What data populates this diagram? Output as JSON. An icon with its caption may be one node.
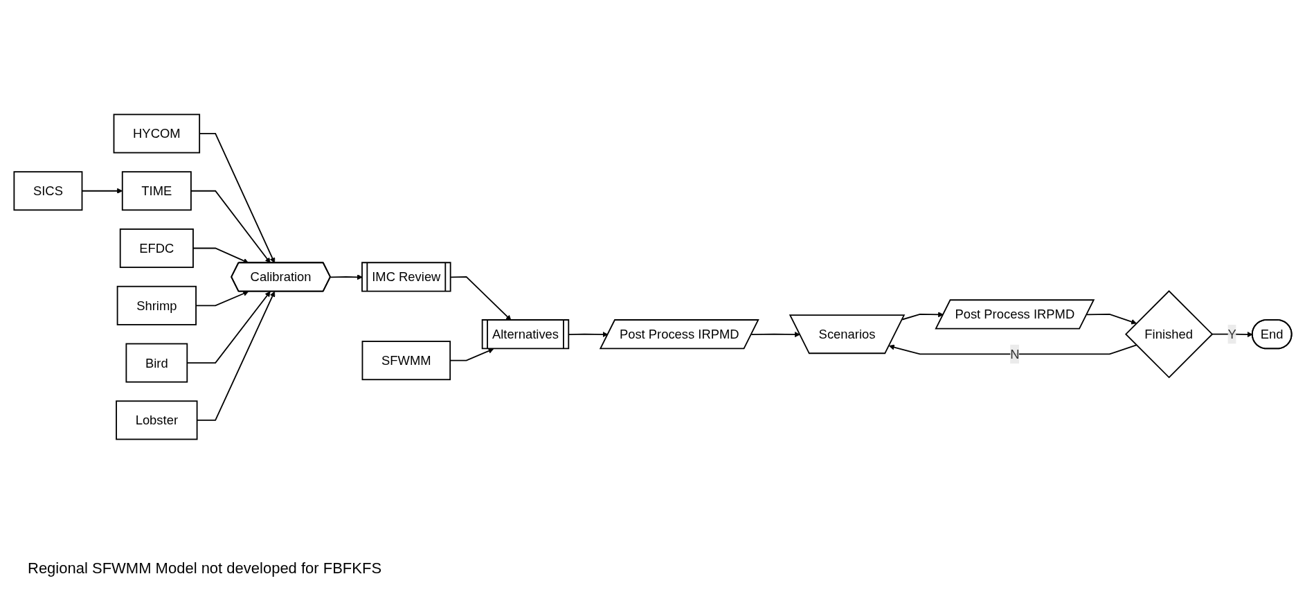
{
  "diagram": {
    "nodes": [
      {
        "text": [
          "HYCOM"
        ]
      },
      {
        "text": [
          "SICS"
        ]
      },
      {
        "text": [
          "TIME"
        ]
      },
      {
        "text": [
          "EFDC"
        ]
      },
      {
        "text": [
          "Shrimp"
        ]
      },
      {
        "text": [
          "Bird"
        ]
      },
      {
        "text": [
          "Lobster"
        ]
      },
      {
        "text": [
          "SFWMM"
        ]
      },
      {
        "text": [
          "Calibration"
        ]
      },
      {
        "text": [
          "IMC Review"
        ]
      },
      {
        "text": [
          "Alternatives"
        ]
      },
      {
        "text": [
          "Post Process IRPMD"
        ]
      },
      {
        "text": [
          "Scenarios"
        ]
      },
      {
        "text": [
          "Post Process IRPMD"
        ]
      },
      {
        "text": [
          "Finished"
        ]
      },
      {
        "text": [
          "End"
        ]
      }
    ],
    "edges": [
      {
        "from": 1,
        "to": 2,
        "arrow": "to"
      },
      {
        "from": 0,
        "to": 8,
        "arrow": "to"
      },
      {
        "from": 2,
        "to": 8,
        "arrow": "to"
      },
      {
        "from": 3,
        "to": 8,
        "arrow": "to"
      },
      {
        "from": 4,
        "to": 8,
        "arrow": "to"
      },
      {
        "from": 5,
        "to": 8,
        "arrow": "to"
      },
      {
        "from": 6,
        "to": 8,
        "arrow": "to"
      },
      {
        "from": 8,
        "to": 9,
        "arrow": "to"
      },
      {
        "from": 9,
        "to": 10,
        "arrow": "to"
      },
      {
        "from": 7,
        "to": 10,
        "arrow": "to"
      },
      {
        "from": 10,
        "to": 11,
        "arrow": "to"
      },
      {
        "from": 11,
        "to": 12,
        "arrow": "to"
      },
      {
        "from": 12,
        "to": 13,
        "arrow": "to"
      },
      {
        "from": 13,
        "to": 14,
        "arrow": "to"
      },
      {
        "from": 14,
        "to": 15,
        "label": "Y",
        "arrow": "to"
      },
      {
        "from": 14,
        "to": 12,
        "label": "N",
        "arrow": "to"
      }
    ],
    "labels": [
      "Regional SFWMM Model not developed for FBFKFS"
    ]
  }
}
